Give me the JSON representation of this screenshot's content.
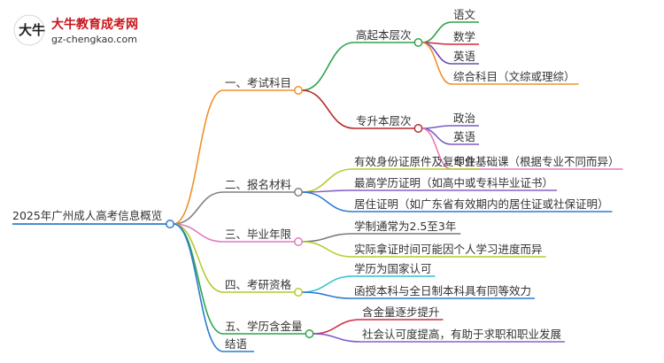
{
  "logo": {
    "title": "大牛教育成考网",
    "url": "gz-chengkao.com",
    "glyph": "大牛"
  },
  "root": {
    "label": "2025年广州成人高考信息概览"
  },
  "branches": [
    {
      "label": "一、考试科目",
      "color": "#f0902a",
      "children": [
        {
          "label": "高起本层次",
          "color": "#2da44a",
          "children": [
            {
              "label": "语文",
              "color": "#2da44a"
            },
            {
              "label": "数学",
              "color": "#d12b3f"
            },
            {
              "label": "英语",
              "color": "#6a4bb5"
            },
            {
              "label": "综合科目（文综或理综）",
              "color": "#f0902a"
            }
          ]
        },
        {
          "label": "专升本层次",
          "color": "#b72c2c",
          "children": [
            {
              "label": "政治",
              "color": "#7b5cc4"
            },
            {
              "label": "英语",
              "color": "#7b5cc4"
            },
            {
              "label": "专业基础课（根据专业不同而异）",
              "color": "#e97ab8"
            }
          ]
        }
      ]
    },
    {
      "label": "二、报名材料",
      "color": "#808080",
      "children": [
        {
          "label": "有效身份证原件及复印件",
          "color": "#b9c92f"
        },
        {
          "label": "最高学历证明（如高中或专科毕业证书）",
          "color": "#8560c8"
        },
        {
          "label": "居住证明（如广东省有效期内的居住证或社保证明）",
          "color": "#2b7bd0"
        }
      ]
    },
    {
      "label": "三、毕业年限",
      "color": "#e27ac0",
      "children": [
        {
          "label": "学制通常为2.5至3年",
          "color": "#7a7a7a"
        },
        {
          "label": "实际拿证时间可能因个人学习进度而异",
          "color": "#b9c92f"
        }
      ]
    },
    {
      "label": "四、考研资格",
      "color": "#b9c92f",
      "children": [
        {
          "label": "学历为国家认可",
          "color": "#2fc0d0"
        },
        {
          "label": "函授本科与全日制本科具有同等效力",
          "color": "#2b7bd0"
        }
      ]
    },
    {
      "label": "五、学历含金量",
      "color": "#2da44a",
      "children": [
        {
          "label": "含金量逐步提升",
          "color": "#d12b3f"
        },
        {
          "label": "社会认可度提高，有助于求职和职业发展",
          "color": "#8560c8"
        }
      ]
    },
    {
      "label": "结语",
      "color": "#2b7bd0",
      "children": []
    }
  ]
}
